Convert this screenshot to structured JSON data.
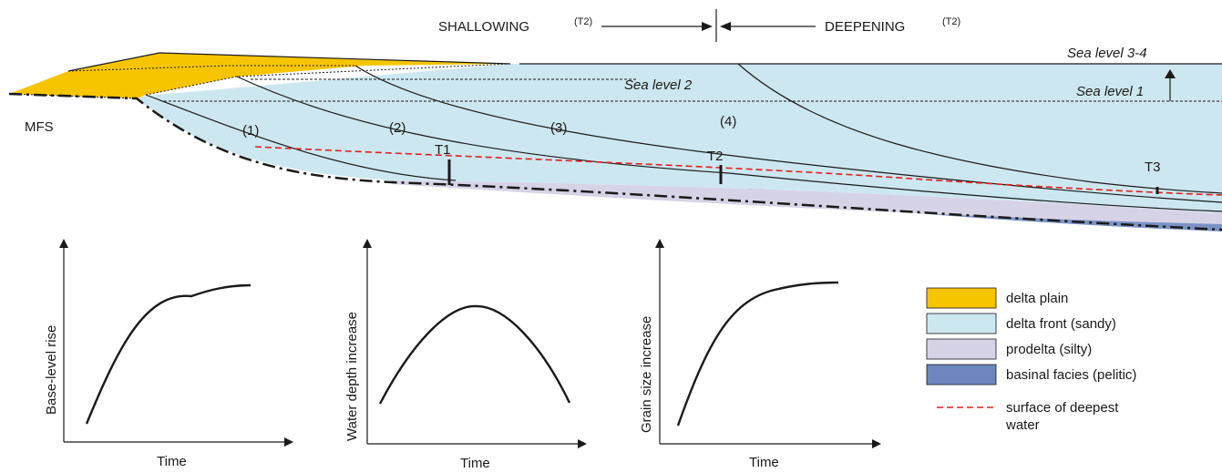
{
  "colors": {
    "delta_plain": "#f7c500",
    "delta_front": "#cde7f0",
    "prodelta": "#d7d3e6",
    "basinal": "#6d86bf",
    "deepest_water": "#e02020"
  },
  "header": {
    "shallowing": "SHALLOWING",
    "shallowing_sup": "(T2)",
    "deepening": "DEEPENING",
    "deepening_sup": "(T2)"
  },
  "cross_section": {
    "sea_level_34": "Sea level 3-4",
    "sea_level_2": "Sea level 2",
    "sea_level_1": "Sea level 1",
    "mfs": "MFS",
    "units": [
      "(1)",
      "(2)",
      "(3)",
      "(4)"
    ],
    "t1": "T1",
    "t2": "T2",
    "t3": "T3"
  },
  "graphs": [
    {
      "ylabel": "Base-level rise",
      "xlabel": "Time",
      "curve": "rising-plateau"
    },
    {
      "ylabel": "Water depth increase",
      "xlabel": "Time",
      "curve": "hump"
    },
    {
      "ylabel": "Grain size increase",
      "xlabel": "Time",
      "curve": "rising-plateau"
    }
  ],
  "legend": [
    {
      "label": "delta plain",
      "swatch": "delta_plain"
    },
    {
      "label": "delta front (sandy)",
      "swatch": "delta_front"
    },
    {
      "label": "prodelta (silty)",
      "swatch": "prodelta"
    },
    {
      "label": "basinal facies (pelitic)",
      "swatch": "basinal"
    },
    {
      "label_line1": "surface of deepest",
      "label_line2": "water",
      "swatch": "deepest_water"
    }
  ]
}
